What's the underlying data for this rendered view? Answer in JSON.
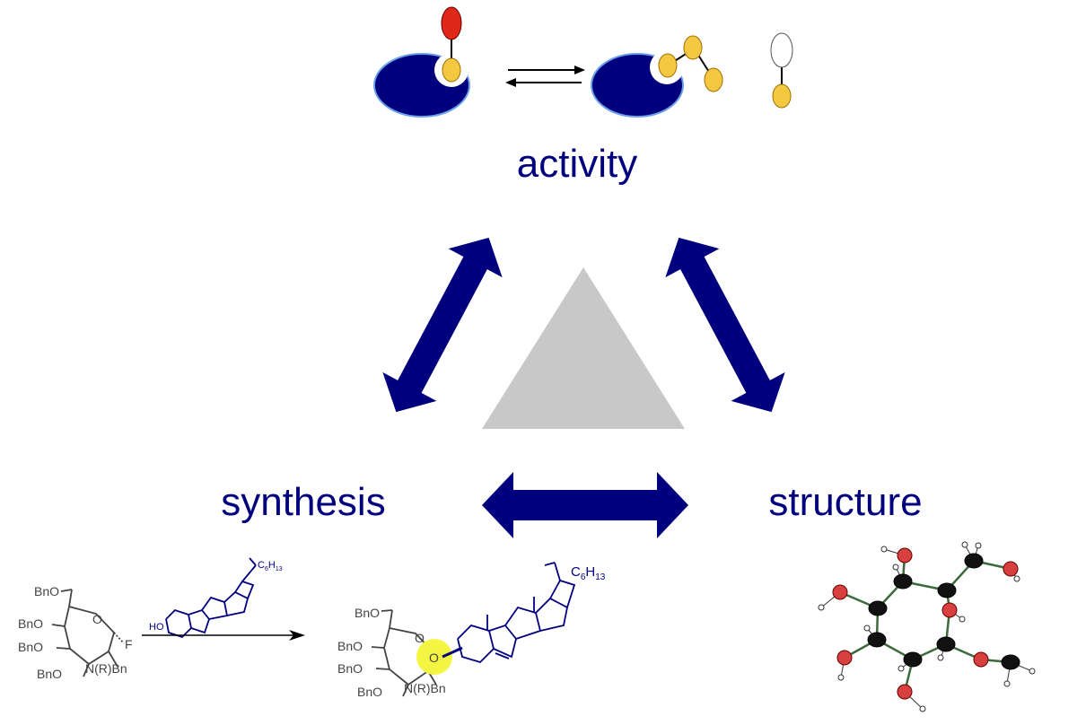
{
  "labels": {
    "activity": "activity",
    "synthesis": "synthesis",
    "structure": "structure"
  },
  "chemistry": {
    "substituent": "C",
    "substituent_sub1": "6",
    "substituent_mid": "H",
    "substituent_sub2": "13",
    "hydroxyl": "HO",
    "ring_oxygen": "O",
    "bridge_oxygen": "O",
    "fluoride": "F",
    "amine": "N(R)Bn",
    "benzyloxy": "BnO"
  },
  "colors": {
    "navy": "#00007f",
    "gray_triangle": "#c8c8c8",
    "sugar_yellow": "#f5c842",
    "sugar_red": "#e02818",
    "highlight": "#f4f542",
    "atom_red": "#d84040"
  }
}
